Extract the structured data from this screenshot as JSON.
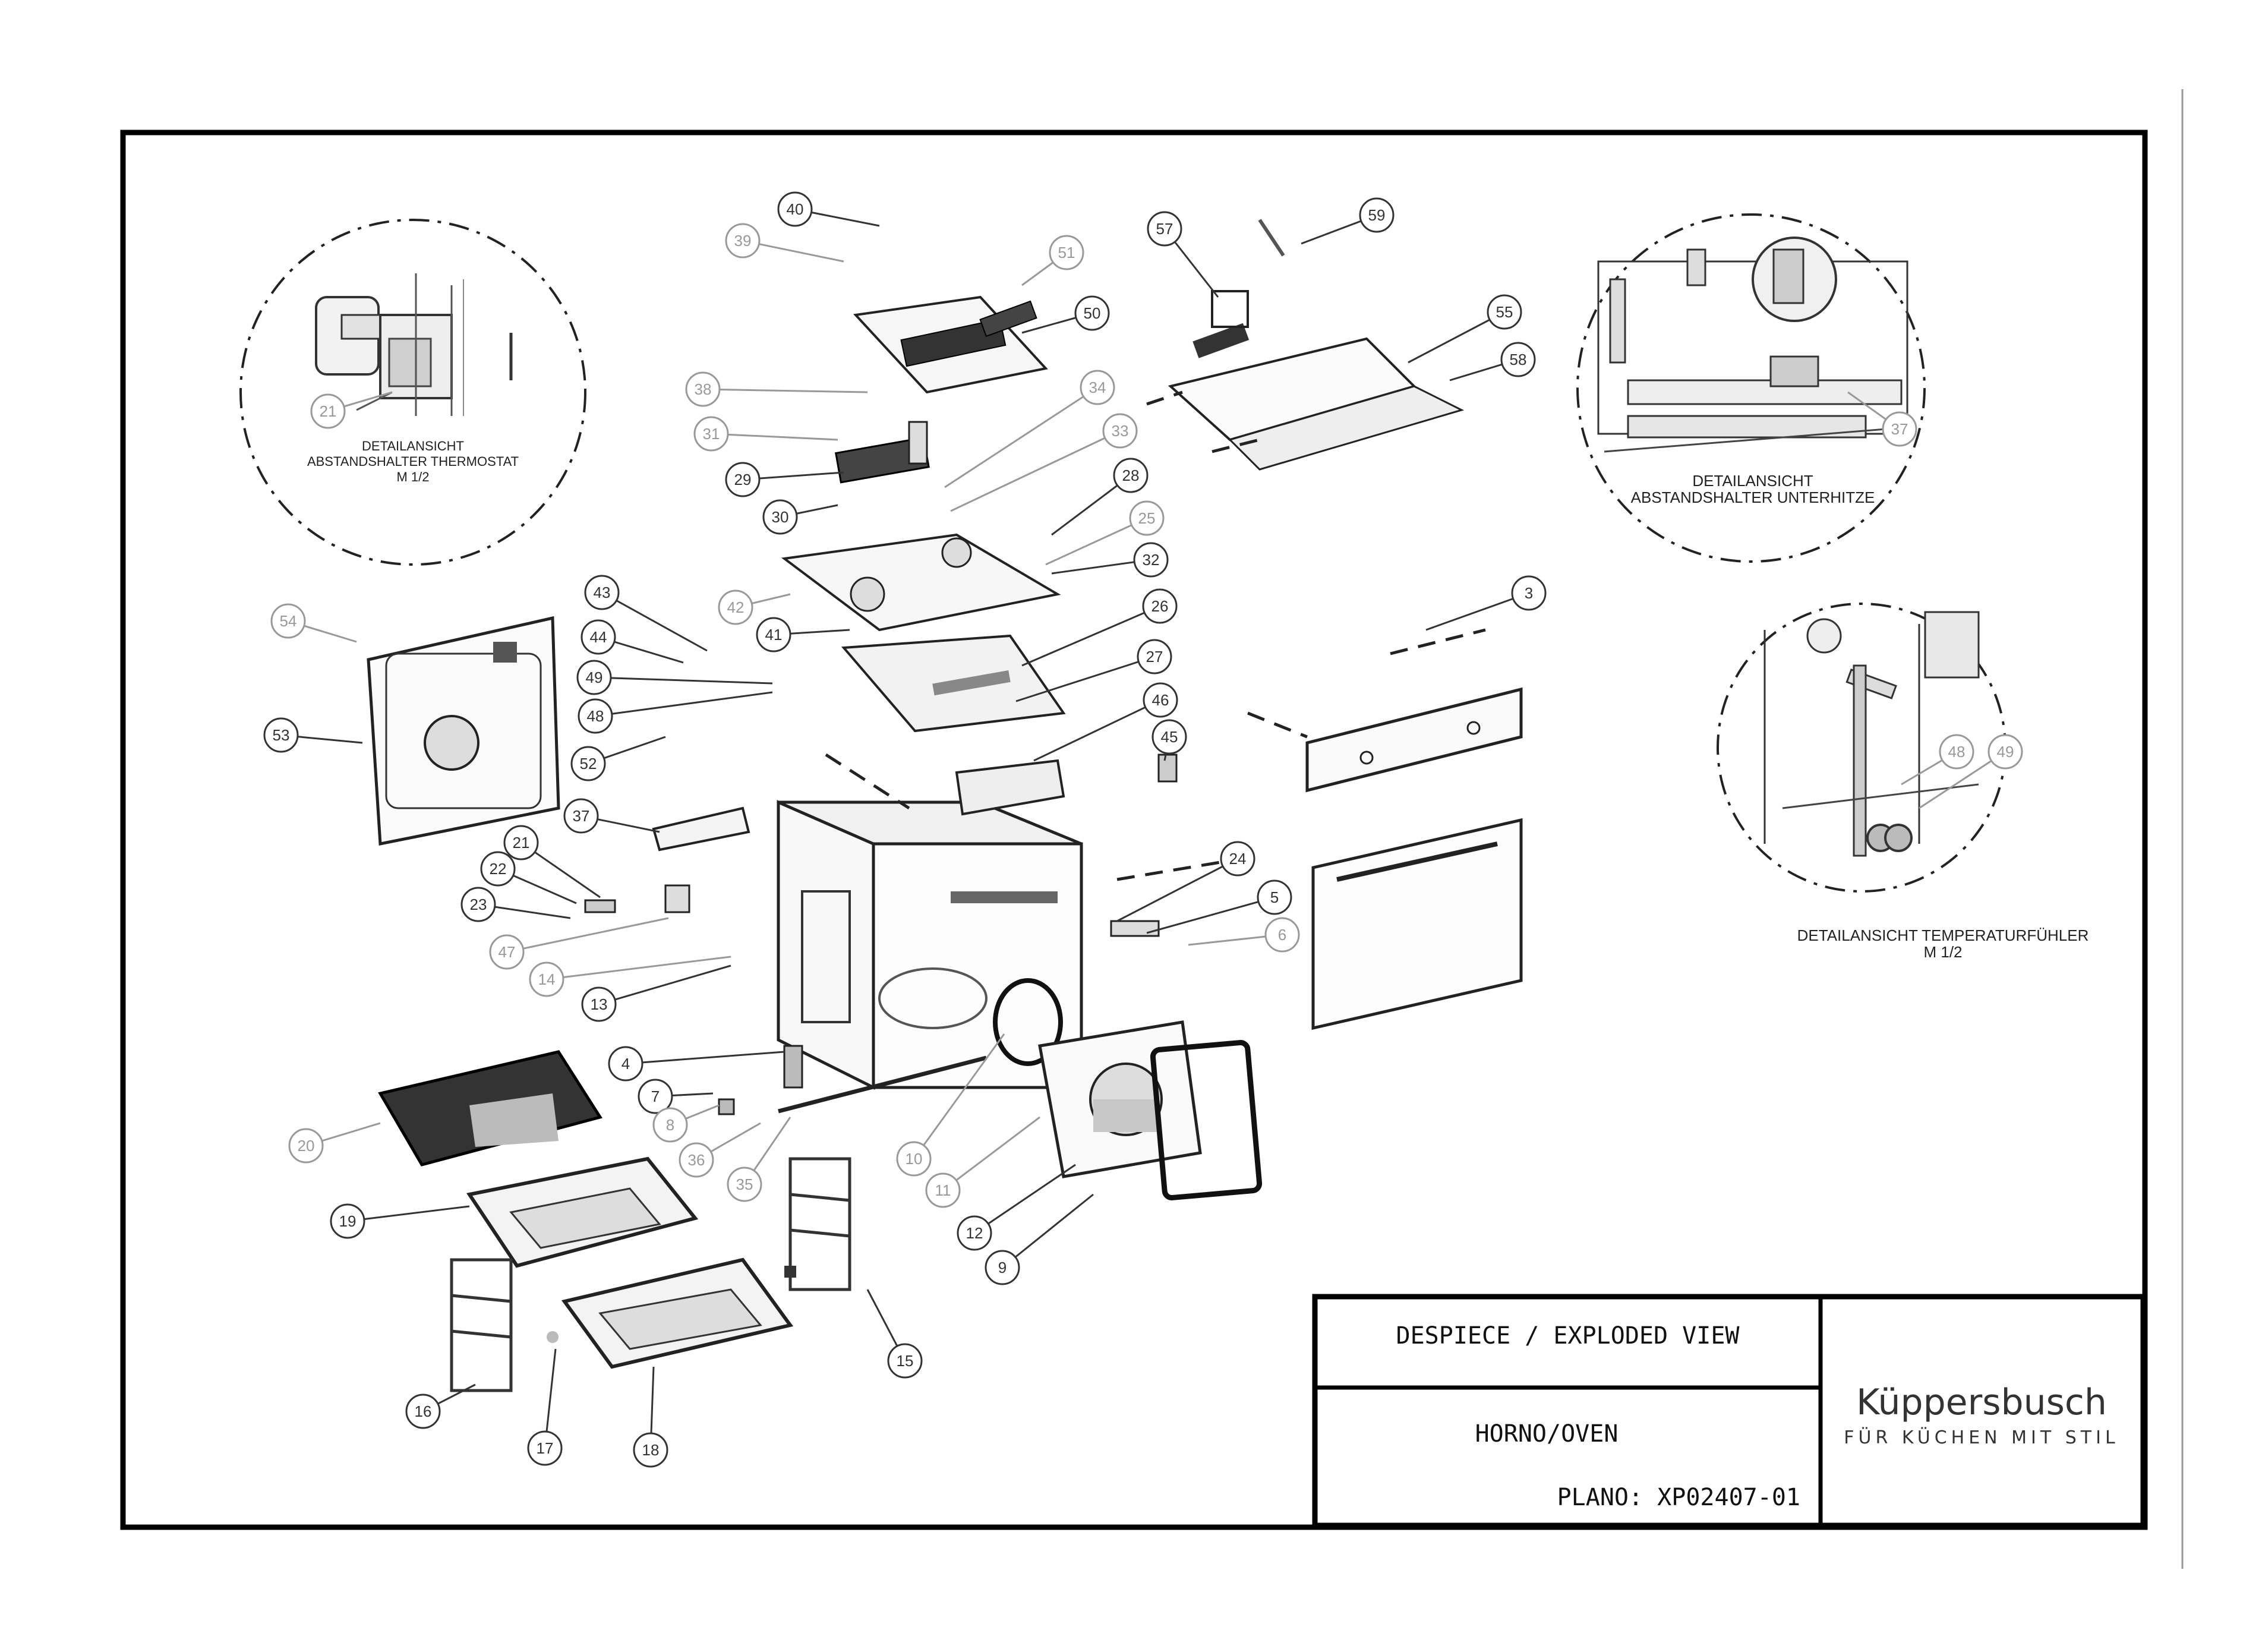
{
  "title_block": {
    "title": "DESPIECE / EXPLODED VIEW",
    "subtitle": "HORNO/OVEN",
    "plan_label": "PLANO: XP02407-01",
    "brand_name": "Küppersbusch",
    "brand_tagline": "FÜR KÜCHEN MIT STIL"
  },
  "details": [
    {
      "key": "thermostat",
      "lines": [
        "DETAILANSICHT",
        "ABSTANDSHALTER THERMOSTAT",
        "M 1/2"
      ]
    },
    {
      "key": "unterhitze",
      "lines": [
        "DETAILANSICHT",
        "ABSTANDSHALTER UNTERHITZE"
      ]
    },
    {
      "key": "temperaturfuehler",
      "lines": [
        "DETAILANSICHT TEMPERATURFÜHLER",
        "M 1/2"
      ]
    }
  ],
  "callouts": [
    {
      "n": "40"
    },
    {
      "n": "39"
    },
    {
      "n": "51"
    },
    {
      "n": "50"
    },
    {
      "n": "38"
    },
    {
      "n": "34"
    },
    {
      "n": "33"
    },
    {
      "n": "31"
    },
    {
      "n": "29"
    },
    {
      "n": "30"
    },
    {
      "n": "28"
    },
    {
      "n": "25"
    },
    {
      "n": "32"
    },
    {
      "n": "42"
    },
    {
      "n": "43"
    },
    {
      "n": "44"
    },
    {
      "n": "41"
    },
    {
      "n": "26"
    },
    {
      "n": "49"
    },
    {
      "n": "48"
    },
    {
      "n": "27"
    },
    {
      "n": "46"
    },
    {
      "n": "45"
    },
    {
      "n": "52"
    },
    {
      "n": "54"
    },
    {
      "n": "53"
    },
    {
      "n": "37"
    },
    {
      "n": "21"
    },
    {
      "n": "22"
    },
    {
      "n": "23"
    },
    {
      "n": "47"
    },
    {
      "n": "14"
    },
    {
      "n": "13"
    },
    {
      "n": "24"
    },
    {
      "n": "5"
    },
    {
      "n": "6"
    },
    {
      "n": "4"
    },
    {
      "n": "7"
    },
    {
      "n": "8"
    },
    {
      "n": "36"
    },
    {
      "n": "35"
    },
    {
      "n": "10"
    },
    {
      "n": "11"
    },
    {
      "n": "12"
    },
    {
      "n": "9"
    },
    {
      "n": "20"
    },
    {
      "n": "19"
    },
    {
      "n": "15"
    },
    {
      "n": "16"
    },
    {
      "n": "17"
    },
    {
      "n": "18"
    },
    {
      "n": "57"
    },
    {
      "n": "59"
    },
    {
      "n": "55"
    },
    {
      "n": "58"
    },
    {
      "n": "3"
    },
    {
      "n": "21"
    },
    {
      "n": "37"
    },
    {
      "n": "48"
    },
    {
      "n": "49"
    }
  ]
}
